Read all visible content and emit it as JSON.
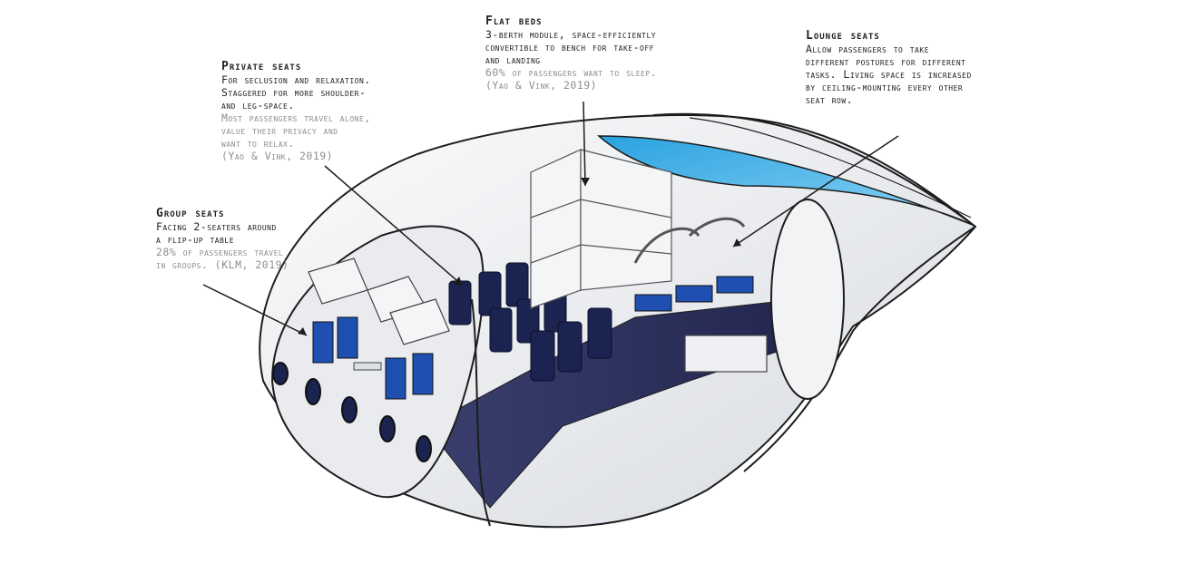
{
  "annotations": {
    "private": {
      "title": "Private seats",
      "lines": [
        "For seclusion and relaxation.",
        "Staggered for more shoulder-",
        "and leg-space."
      ],
      "sub_lines": [
        "Most passengers travel alone,",
        "value their privacy and",
        "want to relax.",
        "(Yao & Vink, 2019)"
      ]
    },
    "flat": {
      "title": "Flat beds",
      "lines": [
        "3-berth module, space-efficiently",
        "convertible to bench for take-off",
        "and landing"
      ],
      "sub_lines": [
        "60% of passengers want to sleep.",
        "(Yao & Vink, 2019)"
      ]
    },
    "lounge": {
      "title": "Lounge seats",
      "lines": [
        "Allow passengers to take",
        "different postures for different",
        "tasks. Living space is increased",
        "by ceiling-mounting every other",
        "seat row."
      ],
      "sub_lines": []
    },
    "group": {
      "title": "Group seats",
      "lines": [
        "Facing 2-seaters around",
        "a flip-up table"
      ],
      "sub_lines": [
        "28% of passengers travel",
        "in groups. (KLM, 2019)"
      ]
    }
  },
  "colors": {
    "seat_blue": "#1f4fb0",
    "seat_navy": "#1b2350",
    "floor": "#2b2f5c",
    "window_tint": "#2aa3e0",
    "hull": "#eef0f3"
  }
}
